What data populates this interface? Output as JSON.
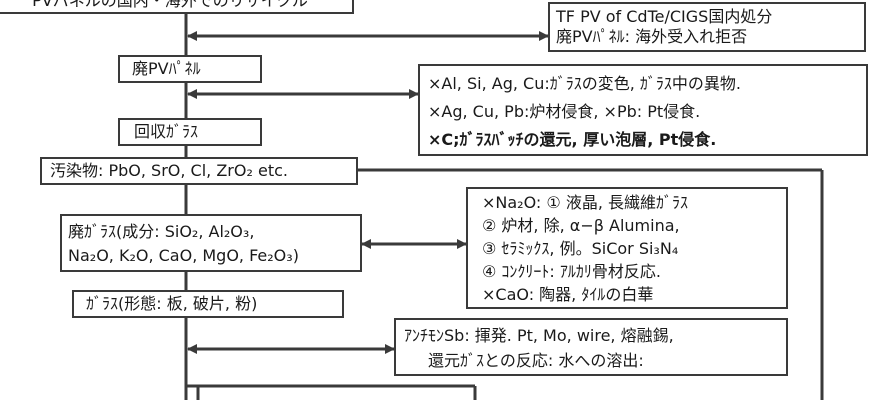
{
  "boxes": {
    "top_title": "PVパネルの国内・海外でのリサイクル",
    "box_tfpv": {
      "line1": "TF PV of CdTe/CIGS国内処分",
      "line2": "廃PVﾊﾟﾈﾙ: 海外受入れ拒否"
    },
    "box_waste_panel": "廃PVﾊﾟﾈﾙ",
    "box_impurity": {
      "line1": "×Al, Si, Ag, Cu:ｶﾞﾗｽの変色, ｶﾞﾗｽ中の異物.",
      "line2": "×Ag, Cu, Pb:炉材侵食, ×Pb: Pt侵食.",
      "line3": "×C;ｶﾞﾗｽﾊﾞｯﾁの還元, 厚い泡層, Pt侵食."
    },
    "box_recovered_glass": "回収ｶﾞﾗｽ",
    "box_contaminants": "汚染物: PbO, SrO, Cl, ZrO₂ etc.",
    "box_waste_glass": {
      "line1": "廃ｶﾞﾗｽ(成分: SiO₂, Al₂O₃,",
      "line2": "Na₂O, K₂O, CaO, MgO, Fe₂O₃)"
    },
    "box_na2o": {
      "line1": "×Na₂O: ① 液晶, 長繊維ｶﾞﾗｽ",
      "line2": "② 炉材, 除, α−β Alumina,",
      "line3": "③ ｾﾗﾐｯｸｽ, 例。SiCor Si₃N₄",
      "line4": "④ ｺﾝｸﾘｰﾄ: ｱﾙｶﾘ骨材反応.",
      "line5": "×CaO: 陶器, ﾀｲﾙの白華"
    },
    "box_glass_form": "ｶﾞﾗｽ(形態: 板, 破片, 粉)",
    "box_antimony": {
      "line1": "ｱﾝﾁﾓﾝSb: 揮発. Pt, Mo, wire, 熔融錫,",
      "line2": "還元ｶﾞｽとの反応: 水への溶出:"
    }
  }
}
